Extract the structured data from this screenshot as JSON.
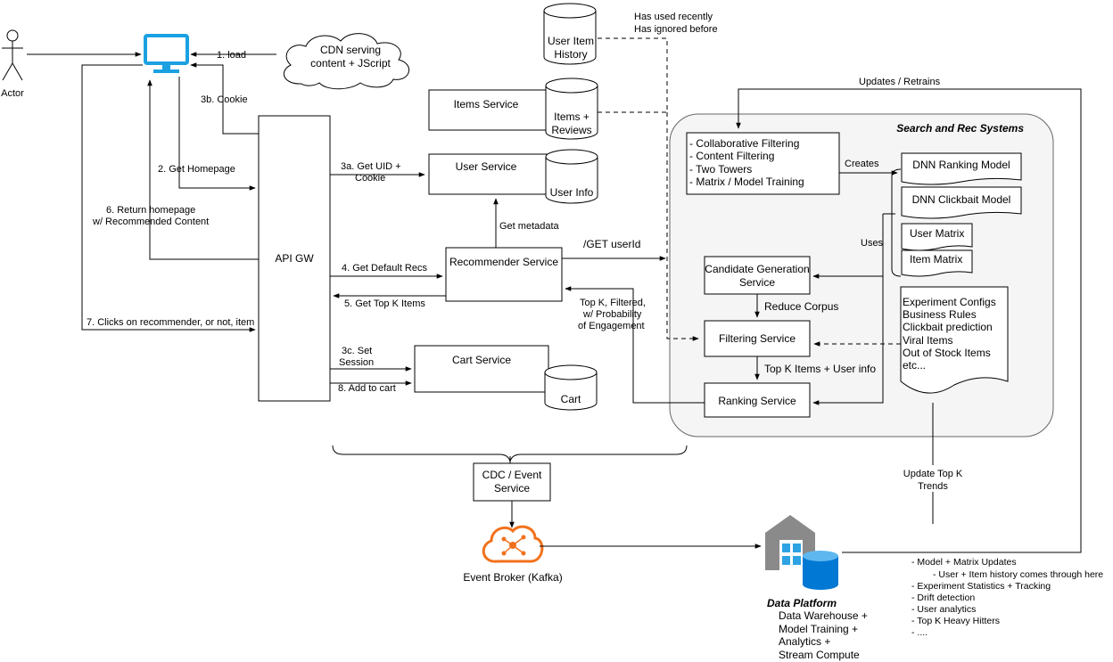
{
  "actor": {
    "label": "Actor"
  },
  "cdn": {
    "line1": "CDN serving",
    "line2": "content + JScript"
  },
  "databases": {
    "user_item_history": {
      "line1": "User Item",
      "line2": "History"
    },
    "items_reviews": {
      "line1": "Items +",
      "line2": "Reviews"
    },
    "user_info": {
      "line1": "User Info"
    },
    "cart": {
      "line1": "Cart"
    }
  },
  "services": {
    "api_gw": "API GW",
    "items_service": "Items Service",
    "user_service": "User Service",
    "recommender_service": "Recommender Service",
    "cart_service": "Cart Service",
    "cdc_event": {
      "line1": "CDC / Event",
      "line2": "Service"
    },
    "candidate_generation": {
      "line1": "Candidate Generation",
      "line2": "Service"
    },
    "filtering_service": "Filtering Service",
    "ranking_service": "Ranking Service"
  },
  "history_notes": {
    "line1": "Has used recently",
    "line2": "Has ignored before"
  },
  "flows": {
    "load": "1. load",
    "cookie": "3b. Cookie",
    "get_homepage": "2. Get Homepage",
    "return_homepage": {
      "line1": "6. Return homepage",
      "line2": "w/ Recommended Content"
    },
    "clicks": "7. Clicks on recommender, or not, item",
    "get_uid": {
      "line1": "3a. Get UID +",
      "line2": "Cookie"
    },
    "get_default_recs": "4. Get Default Recs",
    "get_top_k": "5. Get Top K Items",
    "set_session": {
      "line1": "3c. Set",
      "line2": "Session"
    },
    "add_to_cart": "8. Add to cart",
    "get_metadata": "Get metadata",
    "get_userid": "/GET userId",
    "top_k_filtered": {
      "line1": "Top K, Filtered,",
      "line2": "w/ Probability",
      "line3": "of Engagement"
    },
    "updates_retrains": "Updates / Retrains",
    "creates": "Creates",
    "uses": "Uses",
    "reduce_corpus": "Reduce Corpus",
    "top_k_user_info": "Top K Items + User info",
    "update_trends": {
      "line1": "Update Top K",
      "line2": "Trends"
    }
  },
  "rec_system": {
    "title": "Search and Rec Systems",
    "training_lines": [
      "- Collaborative Filtering",
      "- Content Filtering",
      "- Two Towers",
      "- Matrix / Model Training"
    ],
    "models": [
      "DNN Ranking Model",
      "DNN Clickbait Model",
      "User Matrix",
      "Item Matrix"
    ],
    "configs": [
      "Experiment Configs",
      "Business Rules",
      "Clickbait prediction",
      "Viral Items",
      "Out of Stock Items",
      "etc..."
    ]
  },
  "event_broker": {
    "label": "Event Broker (Kafka)"
  },
  "data_platform": {
    "title": "Data Platform",
    "lines": [
      "Data Warehouse +",
      "Model Training +",
      "Analytics +",
      "Stream Compute"
    ]
  },
  "platform_notes": [
    "- Model + Matrix Updates",
    "- User + Item history comes through here",
    "- Experiment Statistics + Tracking",
    "- Drift detection",
    "- User analytics",
    "- Top K Heavy Hitters",
    "- ...."
  ],
  "colors": {
    "monitor": "#1ba1e2",
    "broker": "#f2711c",
    "warehouse_gray": "#8a8a8a",
    "warehouse_blue": "#2ea3e3",
    "db_blue": "#0078d4",
    "rec_bg": "#f5f5f5"
  }
}
